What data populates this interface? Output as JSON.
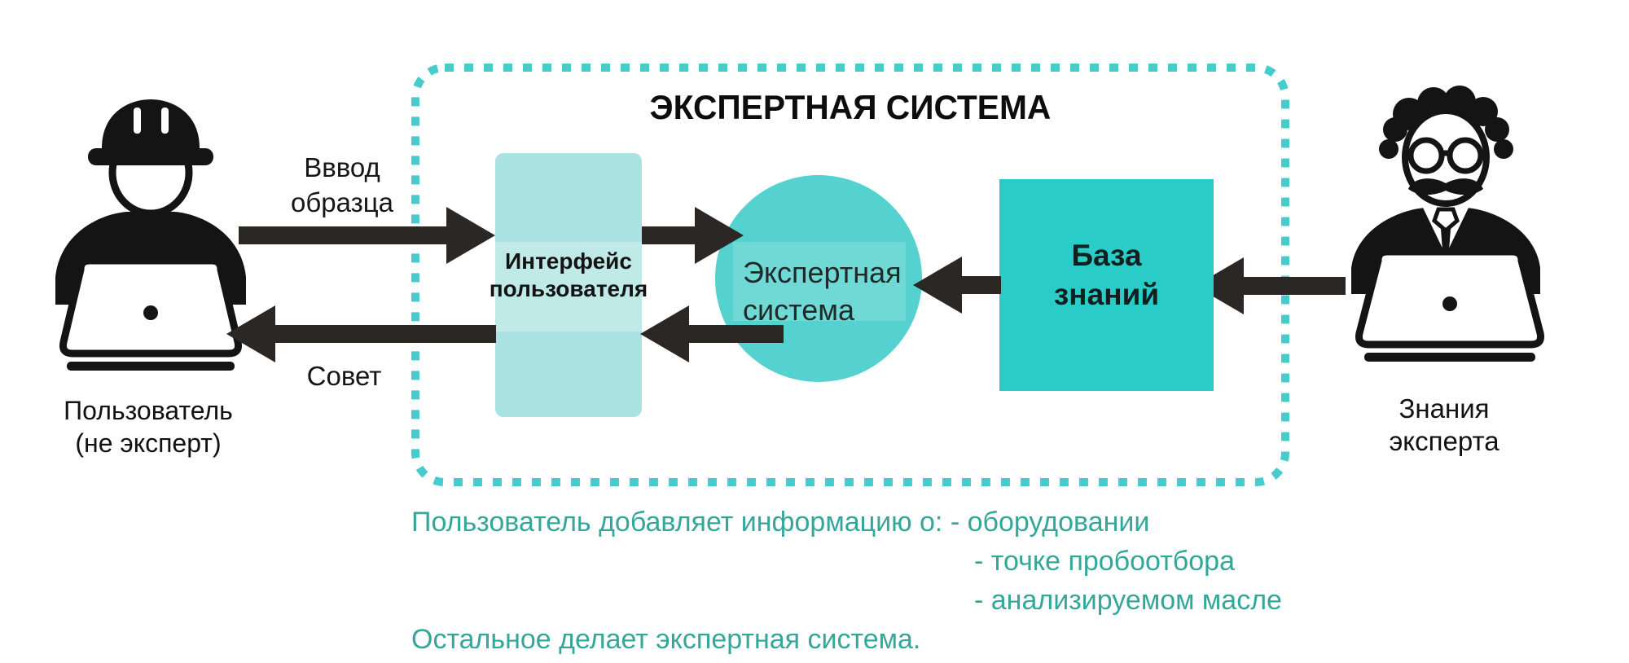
{
  "system": {
    "title": "ЭКСПЕРТНАЯ СИСТЕМА"
  },
  "nodes": {
    "user_interface": {
      "line1": "Интерфейс",
      "line2": "пользователя"
    },
    "expert_system": {
      "line1": "Экспертная",
      "line2": "система"
    },
    "knowledge_base": {
      "line1": "База",
      "line2": "знаний"
    }
  },
  "actors": {
    "user": {
      "line1": "Пользователь",
      "line2": "(не эксперт)",
      "icon": "worker-laptop-icon"
    },
    "expert": {
      "line1": "Знания",
      "line2": "эксперта",
      "icon": "expert-laptop-icon"
    }
  },
  "flows": {
    "sample_input": {
      "line1": "Вввод",
      "line2": "образца"
    },
    "advice": {
      "label": "Совет"
    }
  },
  "notes": {
    "line1": "Пользователь добавляет информацию о: - оборудовании",
    "line2": "- точке пробоотбора",
    "line3": "- анализируемом масле",
    "line4": "Остальное делает экспертная система."
  },
  "colors": {
    "boundary_dash": "#46cccd",
    "interface_fill": "#aae3e2",
    "interface_highlight": "#c0eae8",
    "engine_circle_fill": "#55d2cf",
    "knowledge_base_fill": "#2accc7",
    "arrow": "#2b2724",
    "note_text": "#34a79b",
    "icon_black": "#141414"
  }
}
